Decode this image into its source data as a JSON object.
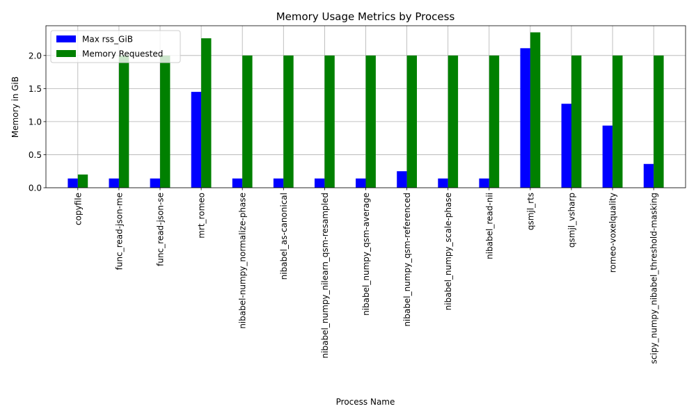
{
  "chart_data": {
    "type": "bar",
    "title": "Memory Usage Metrics by Process",
    "xlabel": "Process Name",
    "ylabel": "Memory in GiB",
    "ylim": [
      0,
      2.45
    ],
    "yticks": [
      0.0,
      0.5,
      1.0,
      1.5,
      2.0
    ],
    "ytick_labels": [
      "0.0",
      "0.5",
      "1.0",
      "1.5",
      "2.0"
    ],
    "grid": true,
    "legend_position": "top-left",
    "categories": [
      "copyfile",
      "func_read-json-me",
      "func_read-json-se",
      "mrt_romeo",
      "nibabel-numpy_normalize-phase",
      "nibabel_as-canonical",
      "nibabel_numpy_nilearn_qsm-resampled",
      "nibabel_numpy_qsm-average",
      "nibabel_numpy_qsm-referenced",
      "nibabel_numpy_scale-phase",
      "nibabel_read-nii",
      "qsmjl_rts",
      "qsmjl_vsharp",
      "romeo-voxelquality",
      "scipy_numpy_nibabel_threshold-masking"
    ],
    "series": [
      {
        "name": "Max rss_GiB",
        "color": "#0000ff",
        "values": [
          0.14,
          0.14,
          0.14,
          1.45,
          0.14,
          0.14,
          0.14,
          0.14,
          0.25,
          0.14,
          0.14,
          2.11,
          1.27,
          0.94,
          0.36
        ]
      },
      {
        "name": "Memory Requested",
        "color": "#008000",
        "values": [
          0.2,
          2.0,
          2.0,
          2.26,
          2.0,
          2.0,
          2.0,
          2.0,
          2.0,
          2.0,
          2.0,
          2.35,
          2.0,
          2.0,
          2.0
        ]
      }
    ]
  }
}
